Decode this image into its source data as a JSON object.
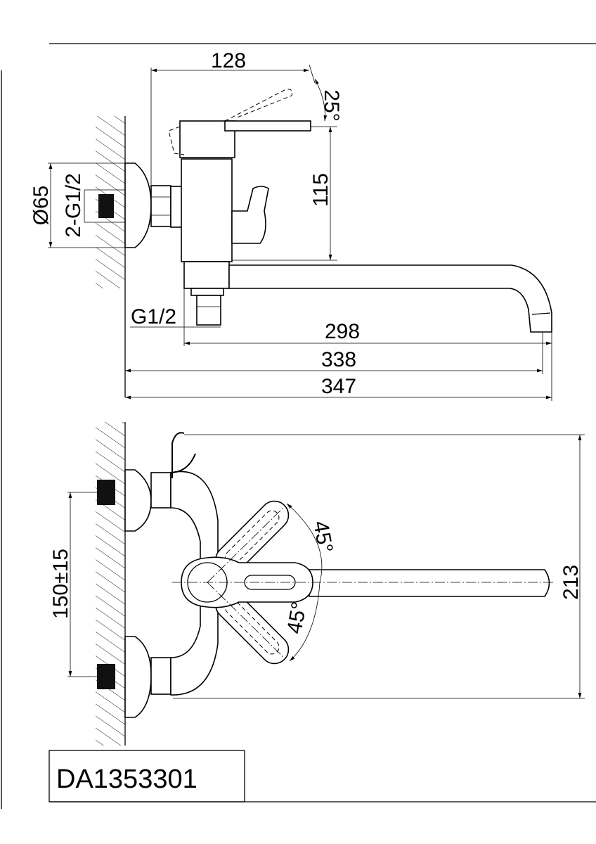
{
  "drawing": {
    "model_code": "DA1353301",
    "side_view": {
      "dim_lever_reach": "128",
      "dim_lever_angle": "25°",
      "dim_height": "115",
      "dim_escutcheon_diameter": "Ø65",
      "dim_inlet_thread": "2-G1/2",
      "dim_outlet_thread": "G1/2",
      "dim_spout_reach": "298",
      "dim_wall_to_spout": "338",
      "dim_total_length": "347"
    },
    "top_view": {
      "dim_centers": "150±15",
      "dim_angle_up": "45°",
      "dim_angle_down": "45°",
      "dim_width": "213"
    }
  }
}
